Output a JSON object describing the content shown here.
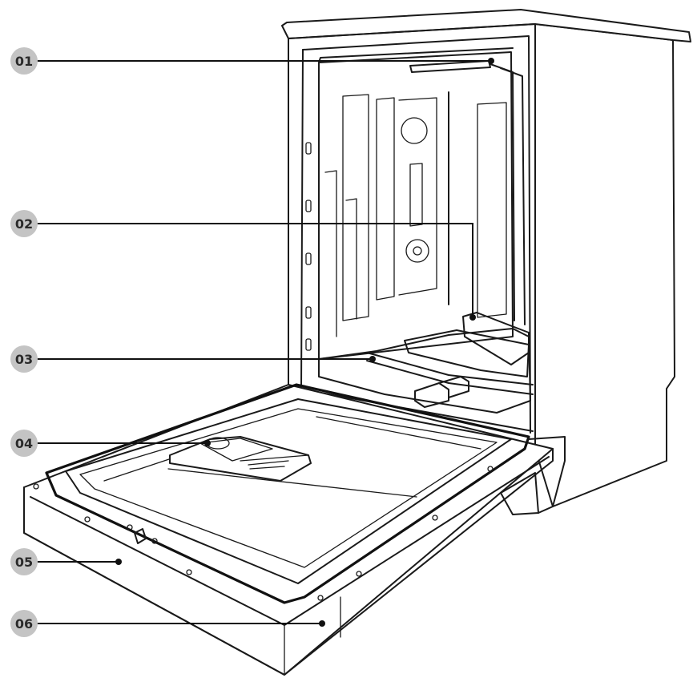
{
  "callouts": [
    {
      "label": "01"
    },
    {
      "label": "02"
    },
    {
      "label": "03"
    },
    {
      "label": "04"
    },
    {
      "label": "05"
    },
    {
      "label": "06"
    }
  ],
  "colors": {
    "badge_fill": "#c4c4c4",
    "line": "#1a1a1a",
    "background": "#ffffff"
  }
}
